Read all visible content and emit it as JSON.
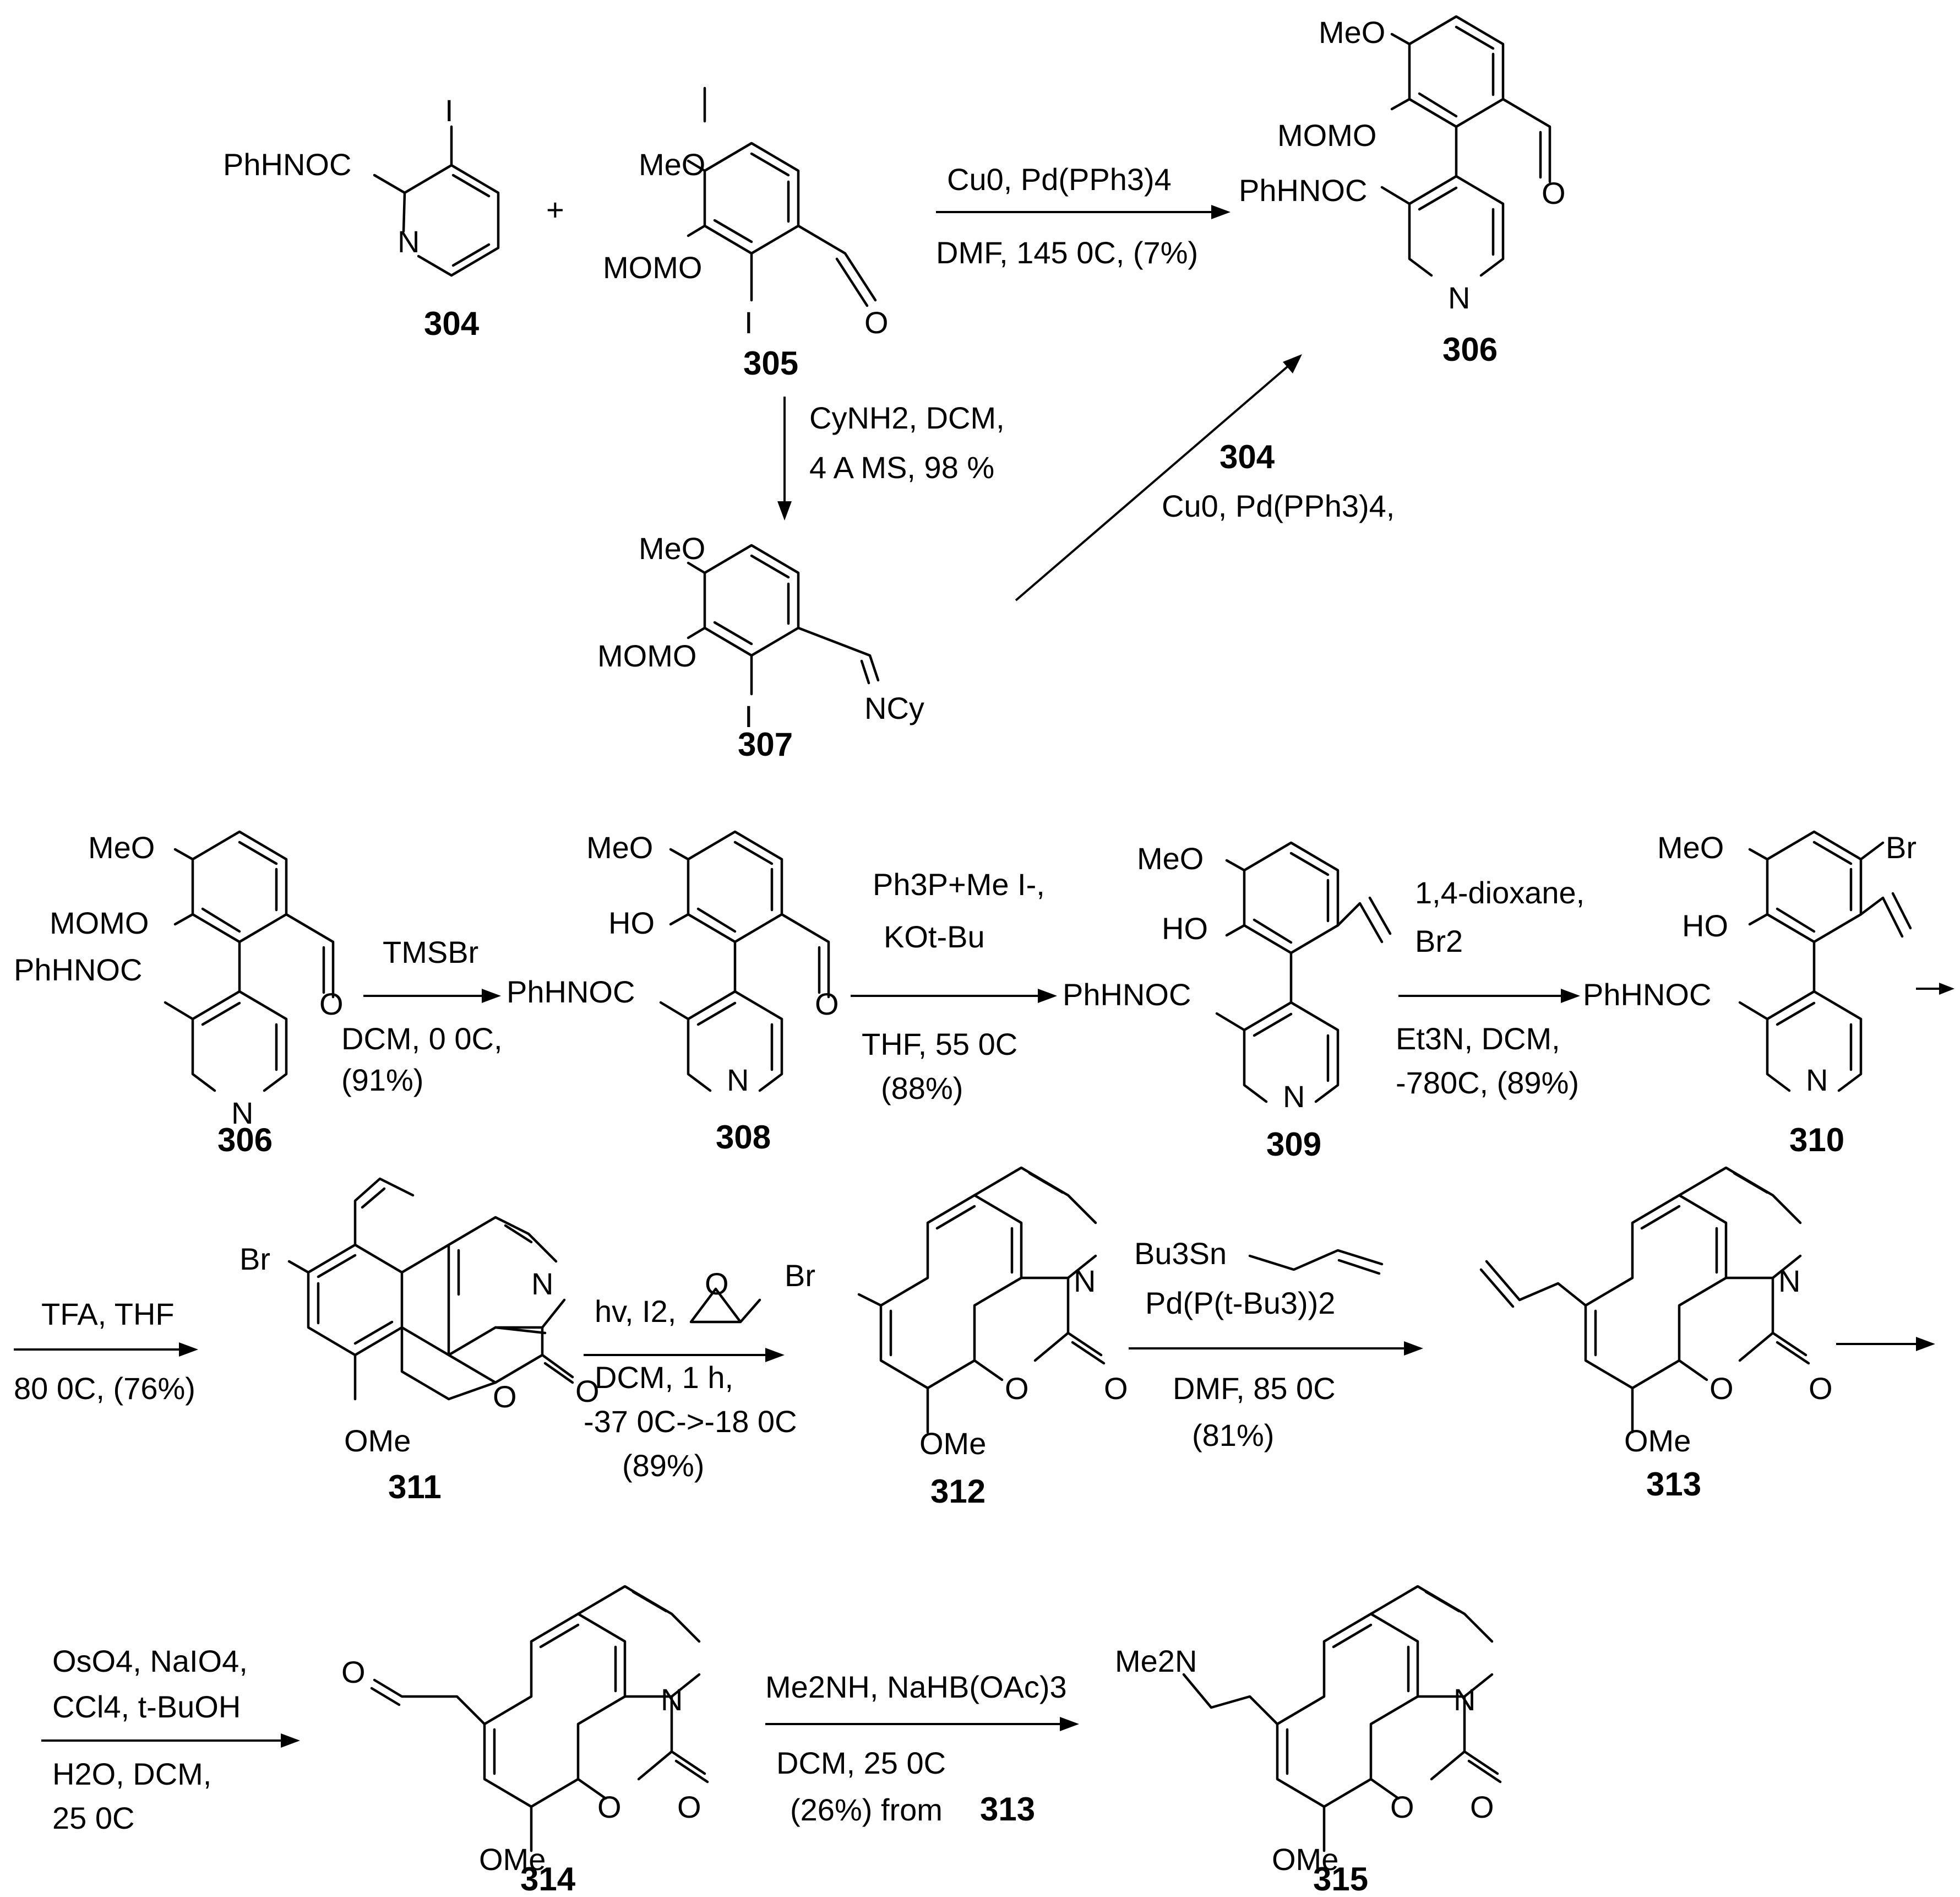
{
  "atoms": {
    "PhHNOC": "PhHNOC",
    "MeO": "MeO",
    "MOMO": "MOMO",
    "HO": "HO",
    "OMe": "OMe",
    "O": "O",
    "N": "N",
    "I": "I",
    "Br": "Br",
    "NCy": "NCy",
    "Me2N": "Me2N"
  },
  "compounds": [
    "304",
    "305",
    "306",
    "307",
    "306",
    "308",
    "309",
    "310",
    "311",
    "312",
    "313",
    "314",
    "315"
  ],
  "plus": "+",
  "reagents": {
    "r1": {
      "line1": "Cu0, Pd(PPh3)4",
      "line2": "DMF, 145 0C, (7%)"
    },
    "r2": {
      "line1": "CyNH2, DCM,",
      "line2": "4 A MS, 98 %"
    },
    "r3": {
      "compound": "304",
      "line1": "Cu0, Pd(PPh3)4,"
    },
    "r4": {
      "line1": "TMSBr",
      "line2": "DCM, 0 0C,",
      "line3": "(91%)"
    },
    "r5": {
      "line1": "Ph3P+Me I-,",
      "line2": "KOt-Bu",
      "line3": "THF, 55 0C",
      "line4": "(88%)"
    },
    "r6": {
      "line1": "1,4-dioxane,",
      "line2": "Br2",
      "line3": "Et3N, DCM,",
      "line4": "-780C, (89%)"
    },
    "r7": {
      "line1": "TFA, THF",
      "line2": "80 0C, (76%)"
    },
    "r8": {
      "line1": "hv, I2,",
      "line2": "DCM, 1 h,",
      "line3": "-37 0C->-18 0C",
      "line4": "(89%)"
    },
    "r9": {
      "line1": "Bu3Sn",
      "line2": "Pd(P(t-Bu3))2",
      "line3": "DMF, 85 0C",
      "line4": "(81%)"
    },
    "r10": {
      "line1": "OsO4, NaIO4,",
      "line2": "CCl4, t-BuOH",
      "line3": "H2O, DCM,",
      "line4": "25 0C"
    },
    "r11": {
      "line1": "Me2NH, NaHB(OAc)3",
      "line2": "DCM, 25 0C",
      "line3": "(26%) from",
      "line3b": "313"
    }
  }
}
